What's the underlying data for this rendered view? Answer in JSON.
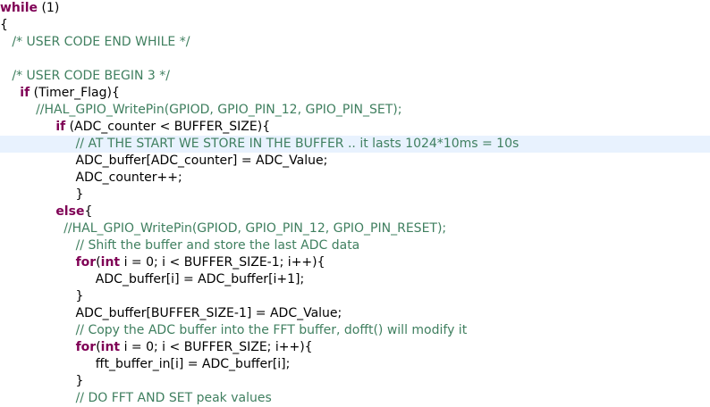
{
  "editor": {
    "name": "C source editor",
    "current_line": 8,
    "lines": [
      [
        {
          "t": "kw",
          "s": "while"
        },
        {
          "t": "tx",
          "s": " (1)"
        }
      ],
      [
        {
          "t": "tx",
          "s": "{"
        }
      ],
      [
        {
          "t": "tx",
          "s": "   "
        },
        {
          "t": "cm",
          "s": "/* USER CODE END WHILE */"
        }
      ],
      [],
      [
        {
          "t": "tx",
          "s": "   "
        },
        {
          "t": "cm",
          "s": "/* USER CODE BEGIN 3 */"
        }
      ],
      [
        {
          "t": "tx",
          "s": "     "
        },
        {
          "t": "kw",
          "s": "if"
        },
        {
          "t": "tx",
          "s": " (Timer_Flag){"
        }
      ],
      [
        {
          "t": "tx",
          "s": "         "
        },
        {
          "t": "cm",
          "s": "//HAL_GPIO_WritePin(GPIOD, GPIO_PIN_12, GPIO_PIN_SET);"
        }
      ],
      [
        {
          "t": "tx",
          "s": "              "
        },
        {
          "t": "kw",
          "s": "if"
        },
        {
          "t": "tx",
          "s": " (ADC_counter < BUFFER_SIZE){"
        }
      ],
      [
        {
          "t": "tx",
          "s": "                   "
        },
        {
          "t": "cm",
          "s": "// AT THE START WE STORE IN THE BUFFER .. it lasts 1024*10ms = 10s"
        }
      ],
      [
        {
          "t": "tx",
          "s": "                   ADC_buffer[ADC_counter] = ADC_Value;"
        }
      ],
      [
        {
          "t": "tx",
          "s": "                   ADC_counter++;"
        }
      ],
      [
        {
          "t": "tx",
          "s": "                   }"
        }
      ],
      [
        {
          "t": "tx",
          "s": "              "
        },
        {
          "t": "kw",
          "s": "else"
        },
        {
          "t": "tx",
          "s": "{"
        }
      ],
      [
        {
          "t": "tx",
          "s": "                "
        },
        {
          "t": "cm",
          "s": "//HAL_GPIO_WritePin(GPIOD, GPIO_PIN_12, GPIO_PIN_RESET);"
        }
      ],
      [
        {
          "t": "tx",
          "s": "                   "
        },
        {
          "t": "cm",
          "s": "// Shift the buffer and store the last ADC data"
        }
      ],
      [
        {
          "t": "tx",
          "s": "                   "
        },
        {
          "t": "kw",
          "s": "for"
        },
        {
          "t": "tx",
          "s": "("
        },
        {
          "t": "kw",
          "s": "int"
        },
        {
          "t": "tx",
          "s": " i = 0; i < BUFFER_SIZE-1; i++){"
        }
      ],
      [
        {
          "t": "tx",
          "s": "                        ADC_buffer[i] = ADC_buffer[i+1];"
        }
      ],
      [
        {
          "t": "tx",
          "s": "                   }"
        }
      ],
      [
        {
          "t": "tx",
          "s": "                   ADC_buffer[BUFFER_SIZE-1] = ADC_Value;"
        }
      ],
      [
        {
          "t": "tx",
          "s": "                   "
        },
        {
          "t": "cm",
          "s": "// Copy the ADC buffer into the FFT buffer, dofft() will modify it"
        }
      ],
      [
        {
          "t": "tx",
          "s": "                   "
        },
        {
          "t": "kw",
          "s": "for"
        },
        {
          "t": "tx",
          "s": "("
        },
        {
          "t": "kw",
          "s": "int"
        },
        {
          "t": "tx",
          "s": " i = 0; i < BUFFER_SIZE; i++){"
        }
      ],
      [
        {
          "t": "tx",
          "s": "                        fft_buffer_in[i] = ADC_buffer[i];"
        }
      ],
      [
        {
          "t": "tx",
          "s": "                   }"
        }
      ],
      [
        {
          "t": "tx",
          "s": "                   "
        },
        {
          "t": "cm",
          "s": "// DO FFT AND SET peak values"
        }
      ]
    ]
  },
  "colors": {
    "keyword": "#7f0055",
    "comment": "#3f7f5f",
    "text": "#000000",
    "current_line_bg": "#e8f2fe",
    "background": "#ffffff"
  }
}
